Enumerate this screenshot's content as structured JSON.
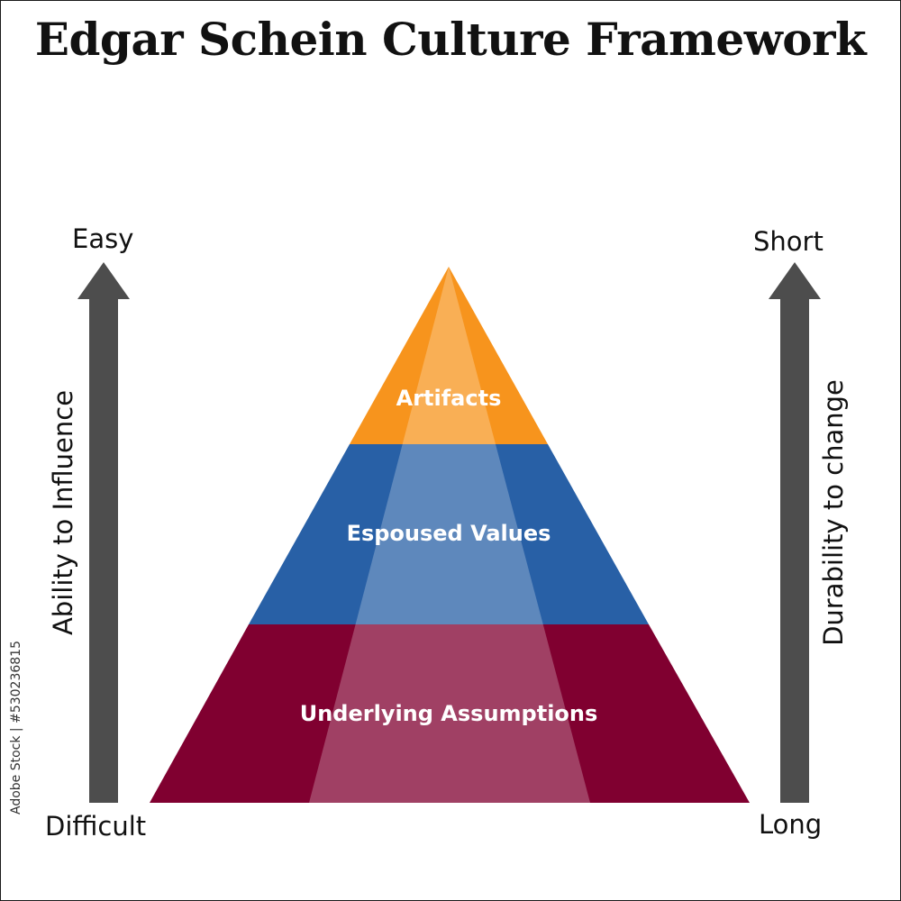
{
  "title": "Edgar Schein Culture Framework",
  "left_axis": {
    "top_label": "Easy",
    "bottom_label": "Difficult",
    "axis_label": "Ability to Influence"
  },
  "right_axis": {
    "top_label": "Short",
    "bottom_label": "Long",
    "axis_label": "Durability to change"
  },
  "tiers": [
    {
      "label": "Artifacts",
      "color": "#f7941d"
    },
    {
      "label": "Espoused Values",
      "color": "#2860a6"
    },
    {
      "label": "Underlying Assumptions",
      "color": "#800030"
    }
  ],
  "arrow_color": "#4d4d4d",
  "credit": "Adobe Stock | #530236815"
}
